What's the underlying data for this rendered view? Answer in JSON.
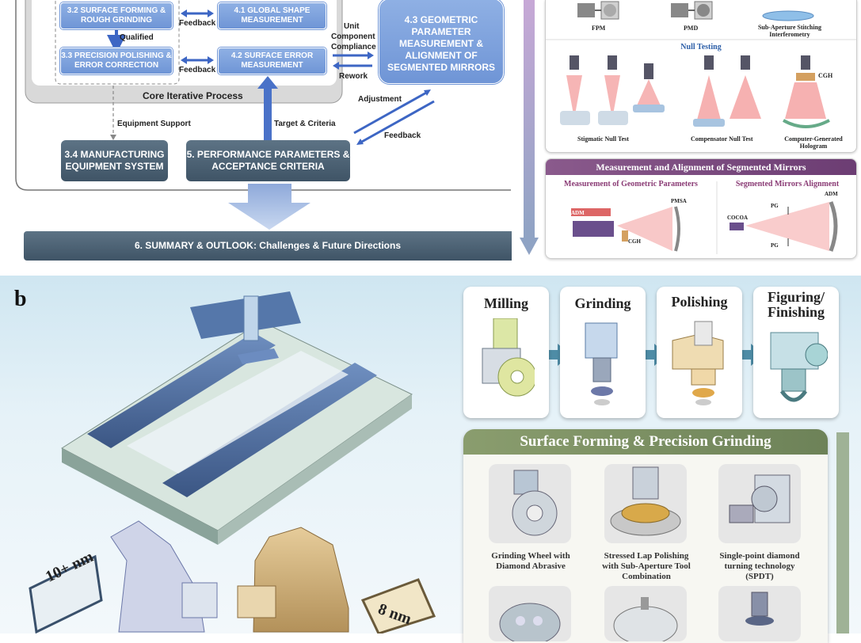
{
  "top": {
    "boxes": {
      "b32": "3.2 SURFACE FORMING & ROUGH GRINDING",
      "b33": "3.3 PRECISION POLISHING & ERROR CORRECTION",
      "b41": "4.1 GLOBAL SHAPE MEASUREMENT",
      "b42": "4.2 SURFACE ERROR MEASUREMENT",
      "b43": "4.3 GEOMETRIC PARAMETER MEASUREMENT & ALIGNMENT OF SEGMENTED MIRRORS",
      "b34": "3.4 MANUFACTURING EQUIPMENT SYSTEM",
      "b5": "5. PERFORMANCE PARAMETERS & ACCEPTANCE CRITERIA",
      "b6": "6. SUMMARY & OUTLOOK: Challenges & Future Directions"
    },
    "labels": {
      "qualified": "Qualified",
      "feedback1": "Feedback",
      "feedback2": "Feedback",
      "feedback3": "Feedback",
      "core": "Core Iterative Process",
      "unit": "Unit",
      "component": "Component",
      "compliance": "Compliance",
      "rework": "Rework",
      "adjustment": "Adjustment",
      "equipment_support": "Equipment Support",
      "target": "Target & Criteria"
    },
    "right": {
      "fpm": "FPM",
      "pmd": "PMD",
      "stitching": "Sub-Aperture Stitching Interferometry",
      "null_title": "Null Testing",
      "stigmatic": "Stigmatic Null Test",
      "compensator": "Compensator Null Test",
      "cgh_label": "Computer-Generated Hologram",
      "cgh_tag": "CGH",
      "seg_header": "Measurement and Alignment of Segmented Mirrors",
      "geo_title": "Measurement of Geometric Parameters",
      "align_title": "Segmented Mirrors Alignment",
      "adm": "ADM",
      "pmsa": "PMSA",
      "cgh2": "CGH",
      "cocoa": "COCOA",
      "pg1": "PG",
      "pg2": "PG",
      "adm2": "ADM"
    }
  },
  "bottom": {
    "panel_letter": "b",
    "process": [
      "Milling",
      "Grinding",
      "Polishing",
      "Figuring/ Finishing"
    ],
    "sf_title": "Surface Forming & Precision Grinding",
    "tools": [
      "Grinding Wheel with Diamond Abrasive",
      "Stressed Lap Polishing with Sub-Aperture Tool Combination",
      "Single-point diamond turning technology (SPDT)"
    ],
    "sign1": "10+ nm",
    "sign2": "8 nm"
  }
}
